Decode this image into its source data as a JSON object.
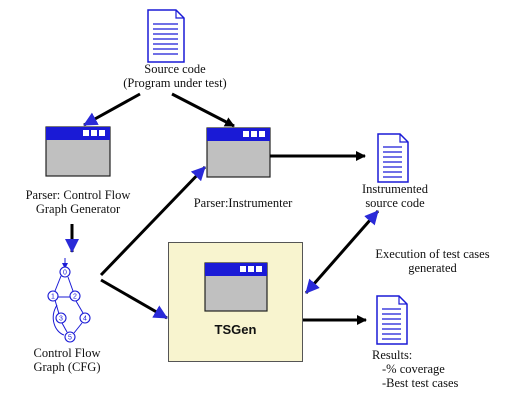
{
  "source": {
    "line1": "Source code",
    "line2": "(Program under test)"
  },
  "parser_cfg": {
    "line1": "Parser: Control Flow",
    "line2": "Graph Generator"
  },
  "instrumenter": {
    "label": "Parser:Instrumenter"
  },
  "instrumented": {
    "line1": "Instrumented",
    "line2": "source code"
  },
  "execution": {
    "line1": "Execution of test cases",
    "line2": "generated"
  },
  "tsgen": {
    "label": "TSGen"
  },
  "cfg": {
    "line1": "Control Flow",
    "line2": "Graph (CFG)",
    "nodes": [
      "0",
      "1",
      "2",
      "3",
      "4",
      "5"
    ]
  },
  "results": {
    "line1": "Results:",
    "line2": "-% coverage",
    "line3": "-Best test cases"
  },
  "colors": {
    "window_title": "#1a1ad6",
    "window_body": "#c0c0c0",
    "arrow_blue": "#2a2ad8",
    "arrow_black": "#000000",
    "tsgen_bg": "#f8f4cf"
  }
}
